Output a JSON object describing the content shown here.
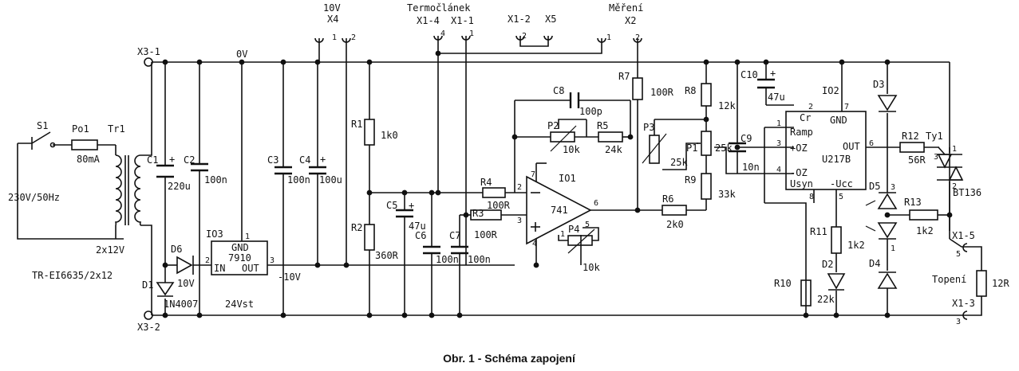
{
  "caption": "Obr. 1 - Schéma zapojení",
  "connectors": {
    "x3_1": "X3-1",
    "x3_2": "X3-2",
    "x4": "X4",
    "x4_v": "10V",
    "termo": "Termočlánek",
    "x1_4": "X1-4",
    "x1_1": "X1-1",
    "x1_2": "X1-2",
    "x5": "X5",
    "mereni": "Měření",
    "x2": "X2",
    "x1_5": "X1-5",
    "x1_3": "X1-3",
    "topeni": "Topení"
  },
  "nets": {
    "zero_v": "0V",
    "minus10": "-10V"
  },
  "mains": {
    "s1": "S1",
    "po1": "Po1",
    "po1_val": "80mA",
    "tr1": "Tr1",
    "supply": "230V/50Hz",
    "sec": "2x12V",
    "tr_type": "TR-EI6635/2x12"
  },
  "parts": {
    "c1": "C1",
    "c1_val": "220u",
    "c2": "C2",
    "c2_val": "100n",
    "c3": "C3",
    "c3_val": "100n",
    "c4": "C4",
    "c4_val": "100u",
    "c5": "C5",
    "c5_val": "47u",
    "c6": "C6",
    "c6_val": "100n",
    "c7": "C7",
    "c7_val": "100n",
    "c8": "C8",
    "c8_val": "100p",
    "c9": "C9",
    "c9_val": "10n",
    "c10": "C10",
    "c10_val": "47u",
    "d1": "D1",
    "d1_val": "1N4007",
    "d6": "D6",
    "d6_val": "10V",
    "d2": "D2",
    "d2_val": "22k",
    "d3": "D3",
    "d4": "D4",
    "d5": "D5",
    "r1": "R1",
    "r1_val": "1k0",
    "r2": "R2",
    "r2_val": "360R",
    "r3": "R3",
    "r3_val": "100R",
    "r4": "R4",
    "r4_val": "100R",
    "r5": "R5",
    "r5_val": "24k",
    "r6": "R6",
    "r6_val": "2k0",
    "r7": "R7",
    "r7_val": "100R",
    "r8": "R8",
    "r8_val": "12k",
    "r9": "R9",
    "r9_val": "33k",
    "r10": "R10",
    "r11": "R11",
    "r11_val": "1k2",
    "r12": "R12",
    "r12_val": "56R",
    "r13": "R13",
    "r13_val": "1k2",
    "rload_val": "12R",
    "p1": "P1",
    "p1_val": "25k",
    "p2": "P2",
    "p2_val": "10k",
    "p3": "P3",
    "p3_val": "25k",
    "p4": "P4",
    "p4_val": "10k",
    "ty1": "Ty1",
    "ty1_val": "BT136"
  },
  "ics": {
    "io1": "IO1",
    "io1_type": "741",
    "io2": "IO2",
    "io2_type": "U217B",
    "io2_cr": "Cr",
    "io2_gnd": "GND",
    "io2_ramp": "Ramp",
    "io2_poz": "+OZ",
    "io2_noz": "-OZ",
    "io2_out": "OUT",
    "io2_usyn": "Usyn",
    "io2_ucc": "-Ucc",
    "io3": "IO3",
    "io3_type": "7910",
    "io3_gnd": "GND",
    "io3_in": "IN",
    "io3_out": "OUT",
    "io3_note": "24Vst"
  },
  "pins": {
    "p1": "1",
    "p2": "2",
    "p3": "3",
    "p4": "4",
    "p5": "5",
    "p6": "6",
    "p7": "7",
    "p8": "8"
  }
}
